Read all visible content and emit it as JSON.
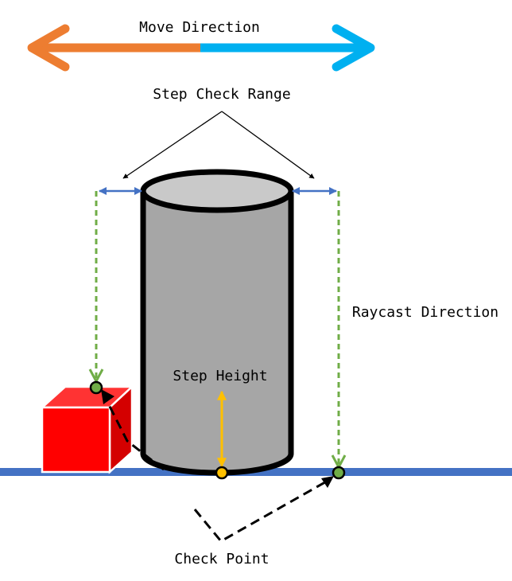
{
  "labels": {
    "move_direction": "Move Direction",
    "step_check_range": "Step Check Range",
    "raycast_direction": "Raycast Direction",
    "step_height": "Step Height",
    "check_point": "Check Point"
  },
  "colors": {
    "move_left": "#ED7D31",
    "move_right": "#00B0F0",
    "ground": "#4472C4",
    "range_arrow": "#4472C4",
    "raycast": "#70AD47",
    "check_point_fill": "#70AD47",
    "step_height": "#FFC000",
    "cylinder_body": "#A6A6A6",
    "cylinder_top": "#C9C9C9",
    "box_front": "#FF0000",
    "box_top": "#FF3333",
    "box_side": "#D40000"
  }
}
